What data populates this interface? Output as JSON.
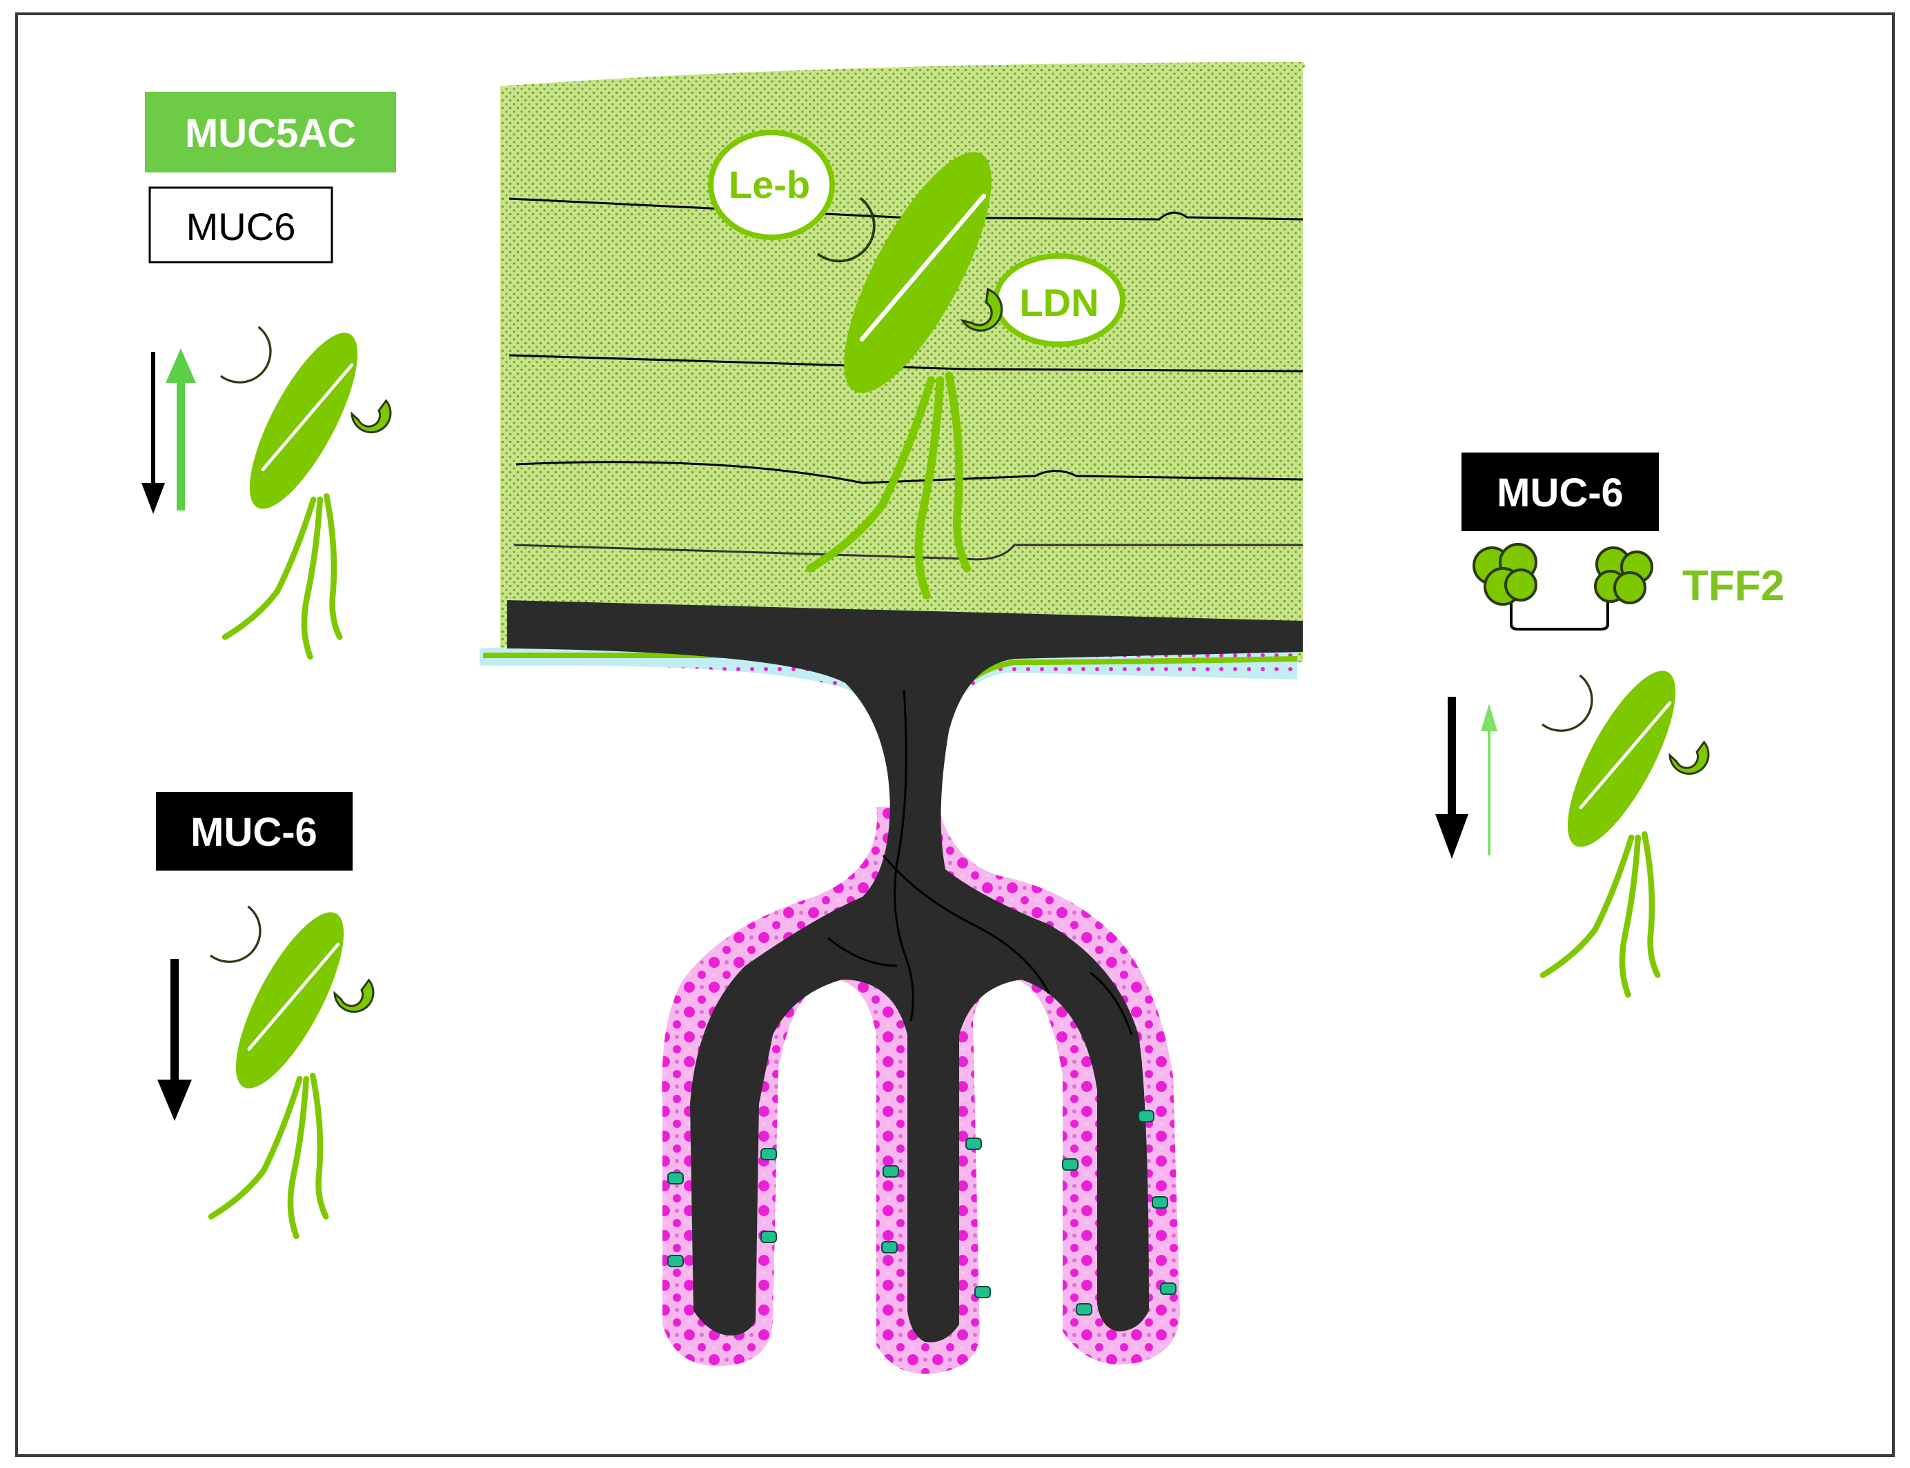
{
  "labels": {
    "muc5ac": "MUC5AC",
    "muc6_outline": "MUC6",
    "muc6_left": "MUC-6",
    "muc6_right": "MUC-6",
    "tff2": "TFF2",
    "le_b": "Le-b",
    "ldn": "LDN"
  },
  "icons": [
    "helicobacter-bacterium-icon",
    "adhesin-crescent-icon",
    "up-arrow-icon",
    "down-arrow-icon",
    "tff2-dimer-icon"
  ],
  "colors": {
    "bacterium_green": "#7ec800",
    "muc5ac_box": "#6dcb45",
    "mucus_green": "#c8e38a",
    "mucus_dots": "#6ea82a",
    "gland_black": "#2b2b2b",
    "surface_cyan": "#c2eef2",
    "pink_light": "#f7b6ee",
    "pink_dark": "#ea20d6",
    "teal_cell": "#1fbf8f",
    "tff2_text": "#7ec320",
    "arrow_black": "#000000",
    "arrow_green_bright": "#5ccf49",
    "arrow_green_light": "#7ee066"
  }
}
